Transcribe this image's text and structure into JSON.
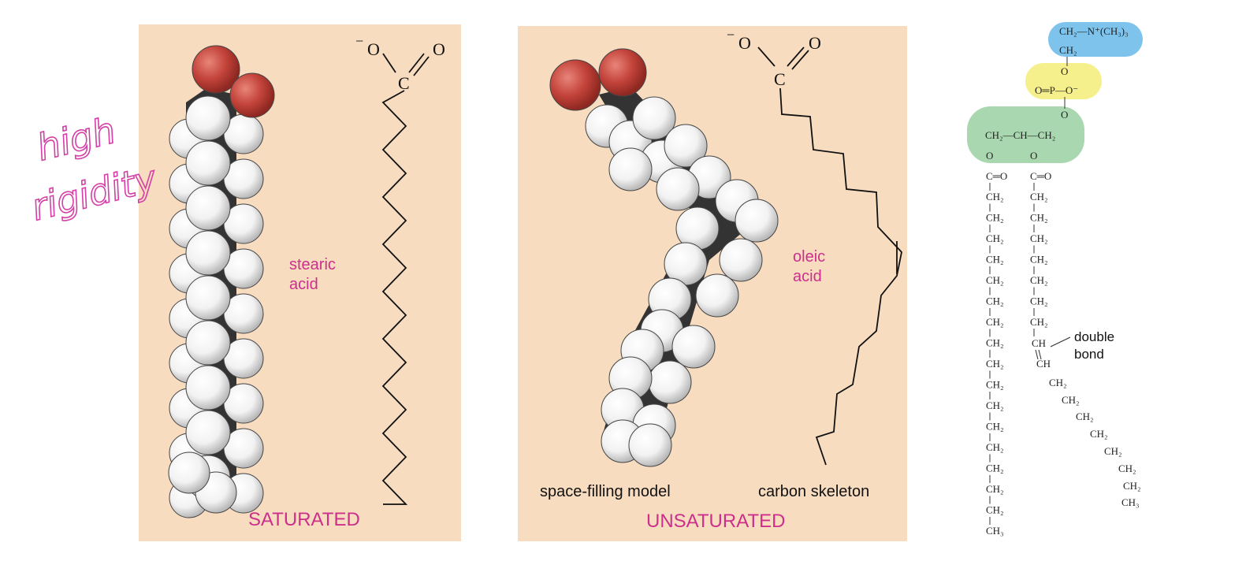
{
  "saturated_panel": {
    "title": "SATURATED",
    "molecule_label_line1": "stearic",
    "molecule_label_line2": "acid",
    "carboxyl_o_minus": "O",
    "carboxyl_o": "O",
    "carboxyl_c": "C",
    "minus_sign": "−",
    "colors": {
      "background": "#f7dcc0"
    }
  },
  "unsaturated_panel": {
    "title": "UNSATURATED",
    "molecule_label_line1": "oleic",
    "molecule_label_line2": "acid",
    "model_caption": "space-filling model",
    "skeleton_caption": "carbon skeleton",
    "carboxyl_o_minus": "O",
    "carboxyl_o": "O",
    "carboxyl_c": "C",
    "minus_sign": "−"
  },
  "handwritten_note": {
    "line1": "high",
    "line2": "rigidity",
    "color": "#d43fa6"
  },
  "phospholipid": {
    "headgroup_line1": "CH₂—N⁺(CH₃)₃",
    "headgroup_line2": "CH₂",
    "phosphate_o_top": "O",
    "phosphate_center": "O═P—O⁻",
    "phosphate_o_bottom": "O",
    "glycerol": "CH₂—CH—CH₂",
    "ester_o_left": "O",
    "ester_o_right": "O",
    "carbonyl_left": "C═O",
    "carbonyl_right": "C═O",
    "chain_unit": "CH₂",
    "chain_end": "CH₃",
    "double_bond_ch": "CH",
    "double_bond_label_line1": "double",
    "double_bond_label_line2": "bond",
    "colors": {
      "headgroup": "#7ec3ec",
      "phosphate": "#f6f08c",
      "glycerol": "#a9d8b0"
    }
  }
}
